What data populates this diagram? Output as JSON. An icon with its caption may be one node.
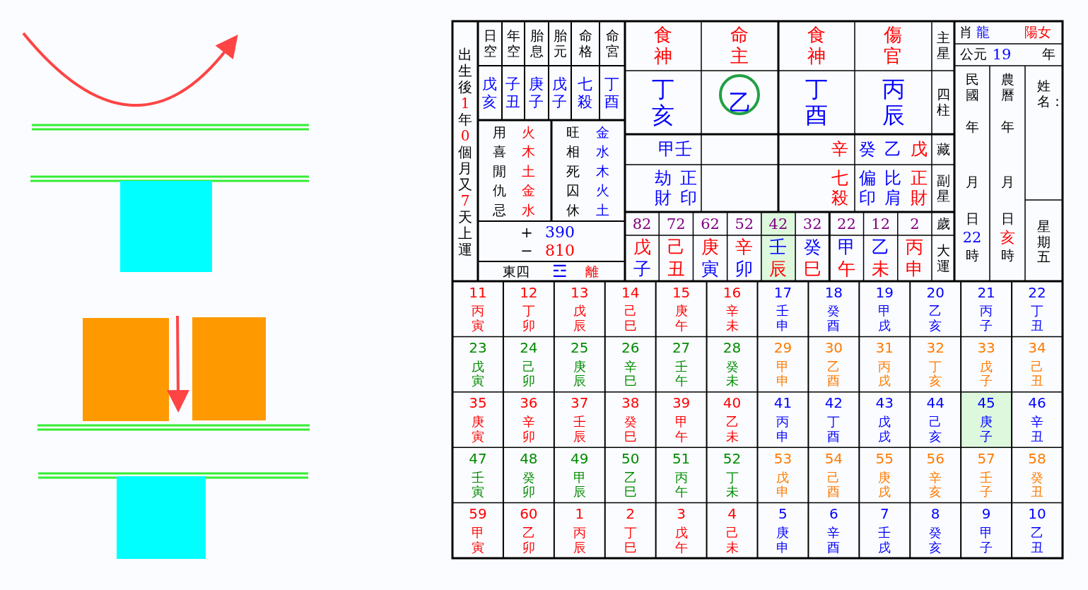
{
  "diagram": {
    "labels": [
      "出生後",
      "1",
      "年",
      "0",
      "個月又",
      "7",
      "天上運",
      "日空",
      "年空",
      "胎息",
      "胎元",
      "命格",
      "命宮",
      "戊亥",
      "子丑",
      "庚子",
      "戊子",
      "七殺",
      "丁酉",
      "用",
      "火",
      "喜",
      "木",
      "閒",
      "土",
      "仇",
      "金",
      "忌",
      "水",
      "旺",
      "金",
      "相",
      "水",
      "死",
      "木",
      "囚",
      "火",
      "休",
      "土",
      "+",
      "390",
      "−",
      "810",
      "東四",
      "☲",
      "離",
      "食神",
      "命主",
      "食神",
      "傷官",
      "主星",
      "丁亥",
      "乙",
      "丁酉",
      "丙辰",
      "四柱",
      "甲壬",
      "辛",
      "癸",
      "乙",
      "戊",
      "藏",
      "劫財",
      "正印",
      "七殺",
      "偏印",
      "比肩",
      "正財",
      "副星",
      "82",
      "72",
      "62",
      "52",
      "42",
      "32",
      "22",
      "12",
      "2",
      "歲",
      "戊",
      "子",
      "己",
      "丑",
      "庚",
      "寅",
      "辛",
      "卯",
      "壬",
      "辰",
      "癸",
      "巳",
      "甲",
      "午",
      "乙",
      "未",
      "丙",
      "申",
      "大運",
      "肖",
      "龍",
      "陽女",
      "公元",
      "19",
      "年",
      "民國",
      "年",
      "月",
      "日",
      "22",
      "時",
      "農曆",
      "年",
      "月",
      "日",
      "亥",
      "時",
      "姓名：",
      "星期五",
      "11",
      "丙寅",
      "12",
      "丁卯",
      "13",
      "戊辰",
      "14",
      "己巳",
      "15",
      "庚午",
      "16",
      "辛未",
      "17",
      "壬申",
      "18",
      "癸酉",
      "19",
      "甲戌",
      "20",
      "乙亥",
      "21",
      "丙子",
      "22",
      "丁丑",
      "23",
      "戊寅",
      "24",
      "己卯",
      "25",
      "庚辰",
      "26",
      "辛巳",
      "27",
      "壬午",
      "28",
      "癸未",
      "29",
      "甲申",
      "30",
      "乙酉",
      "31",
      "丙戌",
      "32",
      "丁亥",
      "33",
      "戊子",
      "34",
      "己丑",
      "35",
      "庚寅",
      "36",
      "辛卯",
      "37",
      "壬辰",
      "38",
      "癸巳",
      "39",
      "甲午",
      "40",
      "乙未",
      "41",
      "丙申",
      "42",
      "丁酉",
      "43",
      "戊戌",
      "44",
      "己亥",
      "45",
      "庚子",
      "46",
      "辛丑",
      "47",
      "壬寅",
      "48",
      "癸卯",
      "49",
      "甲辰",
      "50",
      "乙巳",
      "51",
      "丙午",
      "52",
      "丁未",
      "53",
      "戊申",
      "54",
      "己酉",
      "55",
      "庚戌",
      "56",
      "辛亥",
      "57",
      "壬子",
      "58",
      "癸丑",
      "59",
      "甲寅",
      "60",
      "乙卯",
      "1",
      "丙辰",
      "2",
      "丁巳",
      "3",
      "戊午",
      "4",
      "己未",
      "5",
      "庚申",
      "6",
      "辛酉",
      "7",
      "壬戌",
      "8",
      "癸亥",
      "9",
      "甲子",
      "10",
      "乙丑"
    ]
  }
}
